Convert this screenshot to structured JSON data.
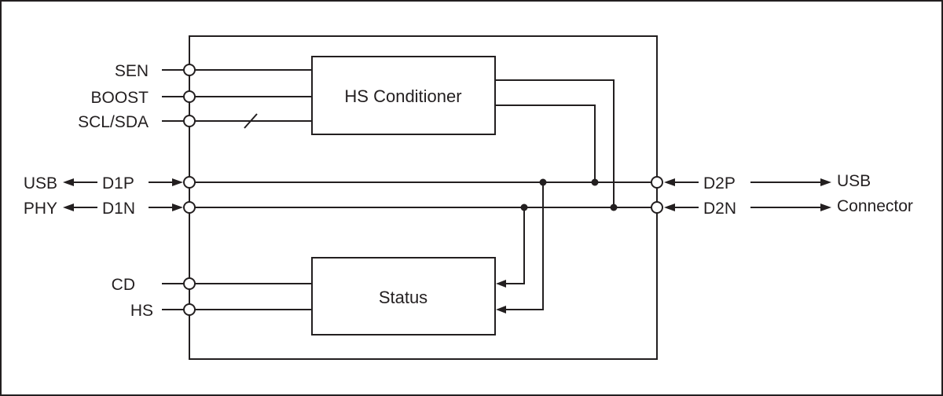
{
  "diagram": {
    "blocks": {
      "hs_conditioner": "HS Conditioner",
      "status": "Status"
    },
    "pins": {
      "sen": "SEN",
      "boost": "BOOST",
      "scl_sda": "SCL/SDA",
      "d1p": "D1P",
      "d1n": "D1N",
      "cd": "CD",
      "hs": "HS",
      "d2p": "D2P",
      "d2n": "D2N"
    },
    "external": {
      "left_top": "USB",
      "left_bottom": "PHY",
      "right_top": "USB",
      "right_bottom": "Connector"
    }
  }
}
